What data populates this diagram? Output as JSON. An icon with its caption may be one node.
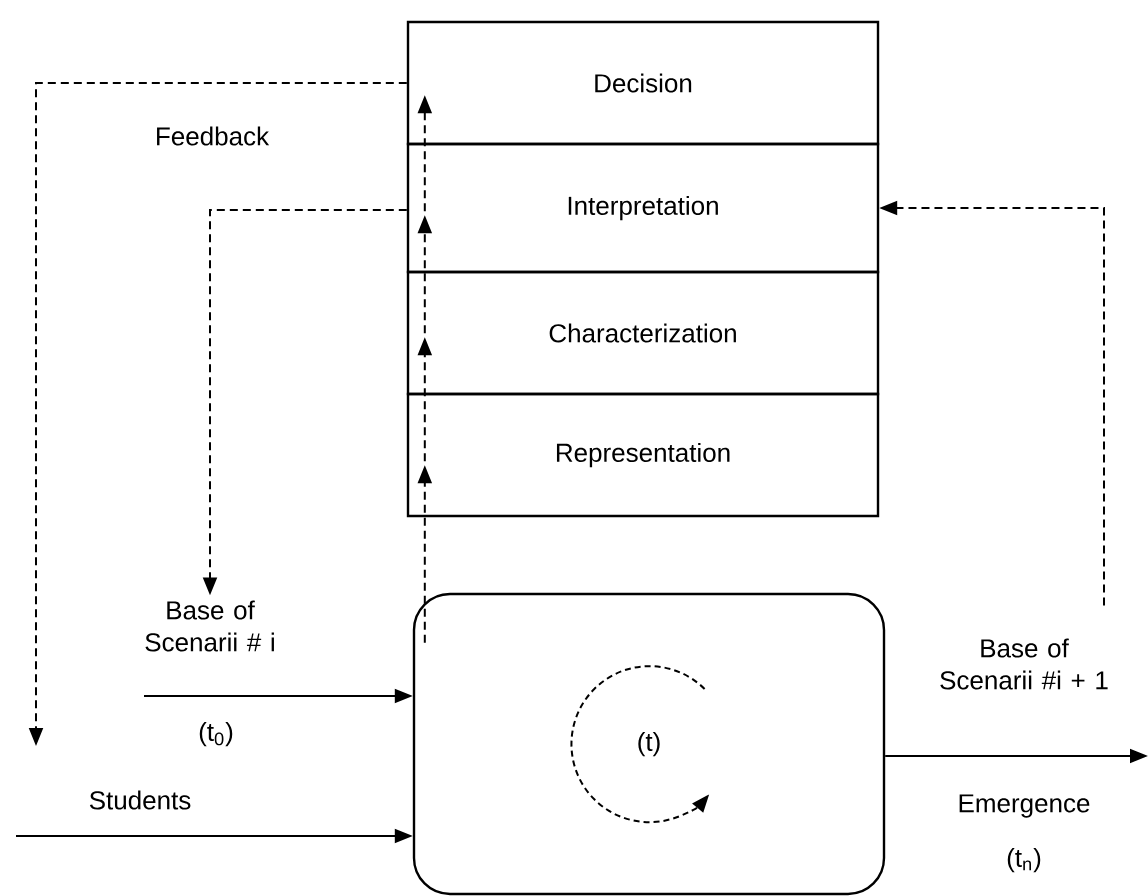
{
  "diagram": {
    "nodes": [
      {
        "text": [
          "Decision"
        ]
      },
      {
        "text": [
          "Interpretation"
        ]
      },
      {
        "text": [
          "Characterization"
        ]
      },
      {
        "text": [
          "Representation"
        ]
      },
      {
        "text": [
          "(t)"
        ]
      },
      {
        "text": [
          "Base of Scenarii # i"
        ],
        "beside": [
          "(t$_{0}$)"
        ]
      },
      {
        "text": [
          "Base of Scenarii #i + 1"
        ]
      }
    ],
    "edges": [
      {
        "from": 0,
        "to": null,
        "arrow": "to",
        "style": "dashed",
        "label": "Feedback"
      },
      {
        "from": 1,
        "to": 5,
        "arrow": "to",
        "style": "dashed"
      },
      {
        "from": 6,
        "to": 1,
        "arrow": "to",
        "style": "dashed"
      },
      {
        "from": 4,
        "to": 3,
        "arrow": "to",
        "style": "dashed"
      },
      {
        "from": 3,
        "to": 2,
        "arrow": "to",
        "style": "dashed"
      },
      {
        "from": 2,
        "to": 1,
        "arrow": "to",
        "style": "dashed"
      },
      {
        "from": 1,
        "to": 0,
        "arrow": "to",
        "style": "dashed"
      },
      {
        "from": 5,
        "to": 4,
        "arrow": "to"
      },
      {
        "from": null,
        "to": 4,
        "arrow": "to",
        "label": "Students"
      },
      {
        "from": 4,
        "to": null,
        "arrow": "to",
        "label": "Emergence"
      }
    ],
    "labels": [
      "(t$_{n}$)"
    ]
  }
}
